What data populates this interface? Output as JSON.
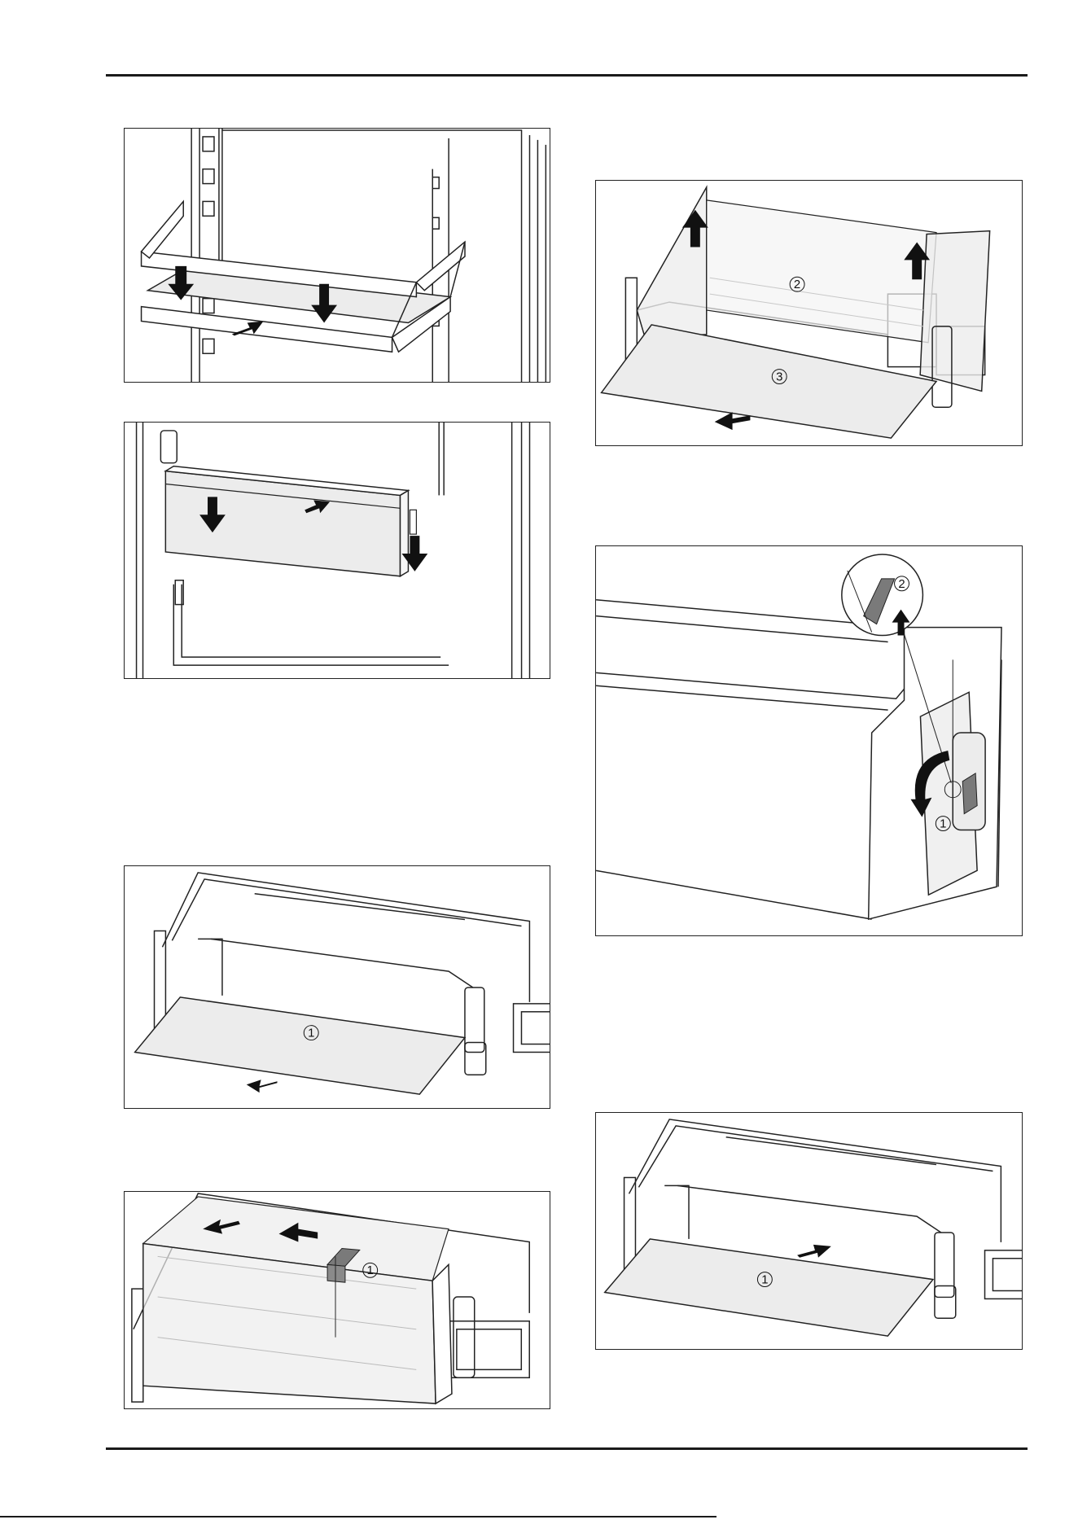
{
  "figures": [
    {
      "id": "shelf-frame",
      "callouts": []
    },
    {
      "id": "door-rack",
      "callouts": []
    },
    {
      "id": "drawer-panel-slide",
      "callouts": [
        "1"
      ]
    },
    {
      "id": "drawer-divider",
      "callouts": [
        "1"
      ]
    },
    {
      "id": "drawer-lift-front",
      "callouts": [
        "2",
        "3"
      ]
    },
    {
      "id": "drawer-latch-detail",
      "callouts": [
        "2",
        "1"
      ]
    },
    {
      "id": "drawer-panel-insert",
      "callouts": [
        "1"
      ]
    }
  ],
  "colors": {
    "line": "#222222",
    "panel": "#ececec",
    "arrow": "#111111",
    "handle": "#7a7a7a"
  }
}
